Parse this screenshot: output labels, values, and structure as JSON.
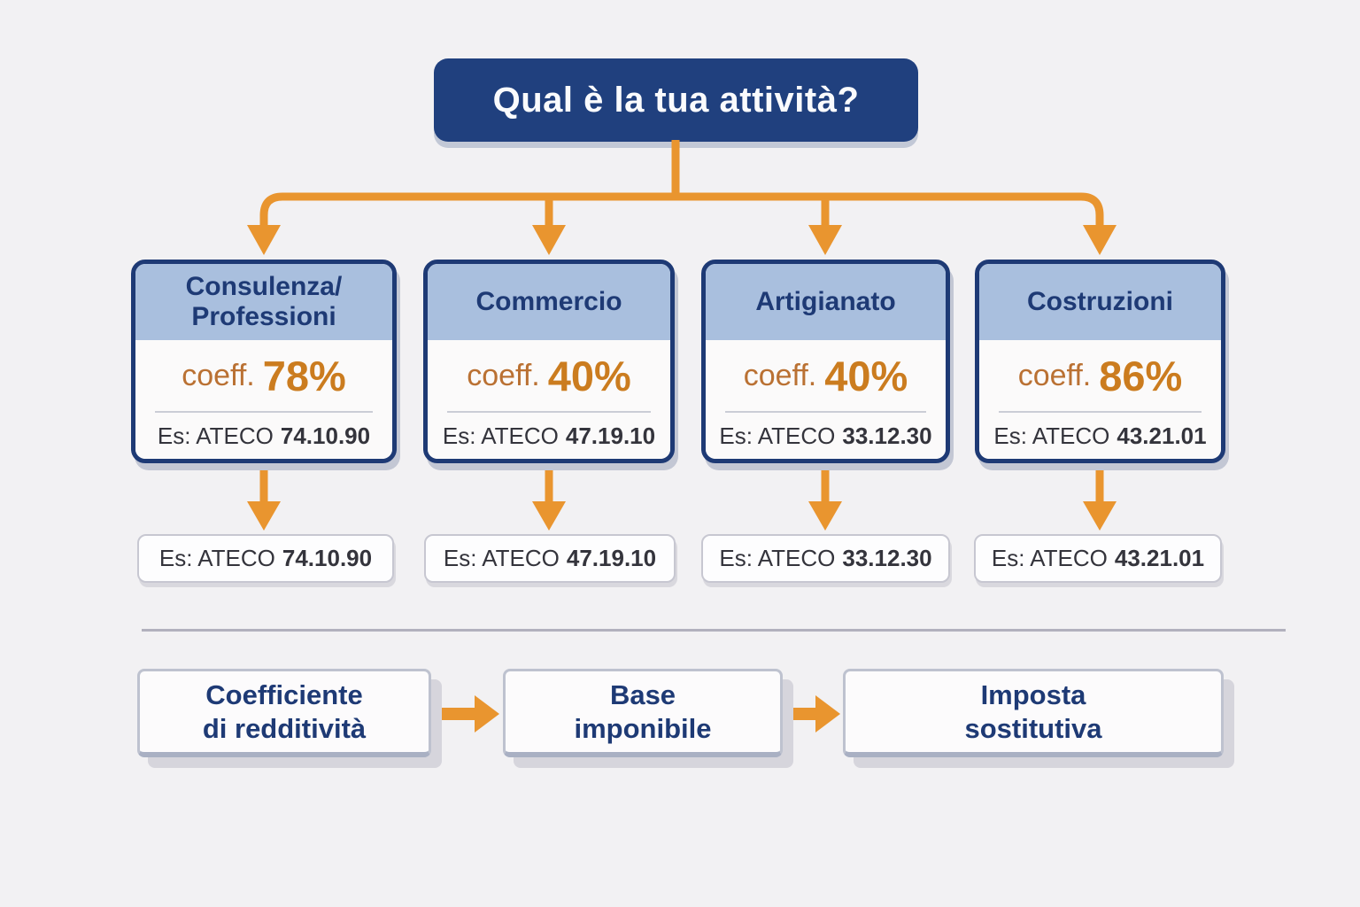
{
  "title": "Qual è la tua attività?",
  "labels": {
    "coeff": "coeff.",
    "es_ateco": "Es: ATECO"
  },
  "categories": [
    {
      "name_lines": [
        "Consulenza/",
        "Professioni"
      ],
      "coeff_value": "78%",
      "ateco": "74.10.90"
    },
    {
      "name_lines": [
        "Commercio"
      ],
      "coeff_value": "40%",
      "ateco": "47.19.10"
    },
    {
      "name_lines": [
        "Artigianato"
      ],
      "coeff_value": "40%",
      "ateco": "33.12.30"
    },
    {
      "name_lines": [
        "Costruzioni"
      ],
      "coeff_value": "86%",
      "ateco": "43.21.01"
    }
  ],
  "steps": [
    {
      "lines": [
        "Coefficiente",
        "di redditività"
      ]
    },
    {
      "lines": [
        "Base",
        "imponibile"
      ]
    },
    {
      "lines": [
        "Imposta",
        "sostitutiva"
      ]
    }
  ],
  "colors": {
    "background": "#F2F1F3",
    "navy": "#1E3A75",
    "navy_box": "#20407E",
    "header_blue": "#A9BFDE",
    "orange": "#E9952F",
    "coeff_label_color": "#BA7133",
    "coeff_value_color": "#CB7C1F",
    "text_dark": "#34343C"
  }
}
